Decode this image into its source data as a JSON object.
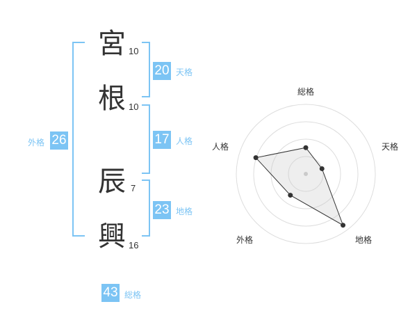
{
  "name": {
    "characters": [
      {
        "char": "宮",
        "strokes": "10"
      },
      {
        "char": "根",
        "strokes": "10"
      },
      {
        "char": "辰",
        "strokes": "7"
      },
      {
        "char": "興",
        "strokes": "16"
      }
    ]
  },
  "fortunes": {
    "tenkaku": {
      "value": "20",
      "label": "天格"
    },
    "jinkaku": {
      "value": "17",
      "label": "人格"
    },
    "chikaku": {
      "value": "23",
      "label": "地格"
    },
    "gaikaku": {
      "value": "26",
      "label": "外格"
    },
    "soukaku": {
      "value": "43",
      "label": "総格"
    }
  },
  "accent_color": "#7cc4f4",
  "chart_data": {
    "type": "radar",
    "axes": [
      "総格",
      "天格",
      "地格",
      "外格",
      "人格"
    ],
    "scale_rings": 4,
    "values": [
      1.7,
      1.1,
      4.1,
      1.7,
      3.4
    ],
    "max": 4.5
  }
}
